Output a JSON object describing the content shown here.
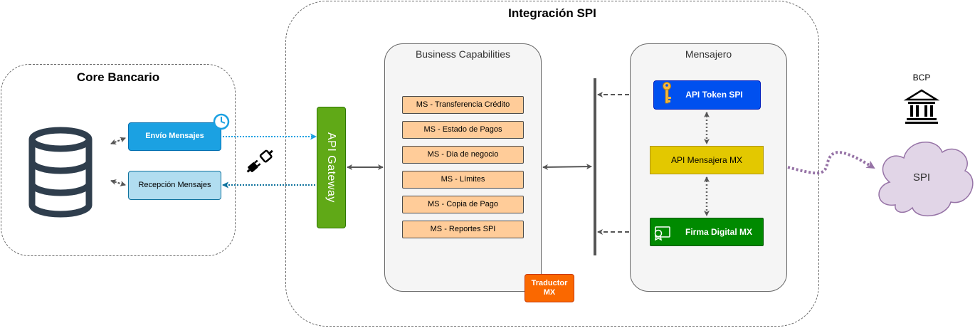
{
  "regions": {
    "integracion": {
      "title": "Integración SPI"
    },
    "core": {
      "title": "Core Bancario"
    }
  },
  "core": {
    "envio_label": "Envío Mensajes",
    "recepcion_label": "Recepción Mensajes"
  },
  "gateway": {
    "label": "API Gateway"
  },
  "business": {
    "title": "Business Capabilities",
    "services": [
      "MS - Transferencia Crédito",
      "MS - Estado de Pagos",
      "MS - Dia de negocio",
      "MS - Límites",
      "MS - Copia de Pago",
      "MS - Reportes SPI"
    ],
    "traductor_label": "Traductor\nMX"
  },
  "mensajero": {
    "title": "Mensajero",
    "token_label": "API Token SPI",
    "mensajera_label": "API Mensajera MX",
    "firma_label": "Firma Digital MX"
  },
  "external": {
    "bcp_label": "BCP",
    "spi_label": "SPI"
  },
  "colors": {
    "gateway_green": "#60a917",
    "ms_orange": "#ffcc99",
    "token_blue": "#0050ef",
    "mensajera_yellow": "#e3c800",
    "firma_green": "#008a00",
    "traductor_orange": "#fa6800",
    "spi_cloud": "#e1d5e7",
    "spi_connector": "#9673a6",
    "envio_blue": "#1ba1e2",
    "recepcion_lightblue": "#b1ddf0"
  },
  "icons": [
    "database-icon",
    "clock-icon",
    "plug-disconnect-icon",
    "key-icon",
    "certificate-icon",
    "bank-building-icon"
  ]
}
